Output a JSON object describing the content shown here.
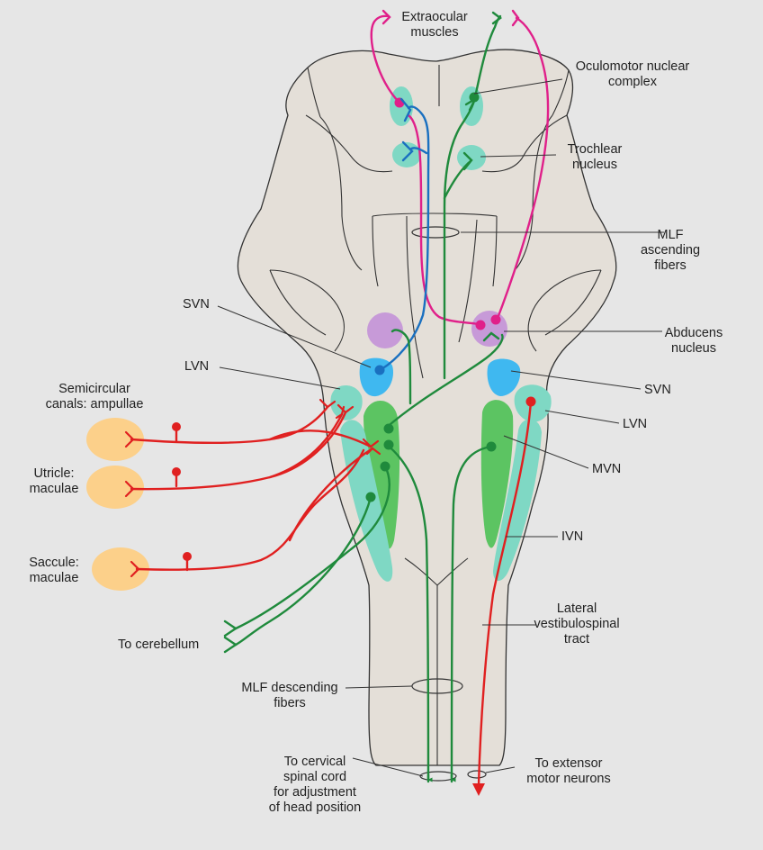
{
  "labels": {
    "extraocular_1": "Extraocular",
    "extraocular_2": "muscles",
    "oculomotor_1": "Oculomotor nuclear",
    "oculomotor_2": "complex",
    "trochlear_1": "Trochlear",
    "trochlear_2": "nucleus",
    "mlf_asc_1": "MLF",
    "mlf_asc_2": "ascending",
    "mlf_asc_3": "fibers",
    "svn_left": "SVN",
    "abducens_1": "Abducens",
    "abducens_2": "nucleus",
    "lvn_left": "LVN",
    "svn_right": "SVN",
    "semicircular_1": "Semicircular",
    "semicircular_2": "canals: ampullae",
    "lvn_right": "LVN",
    "mvn": "MVN",
    "utricle_1": "Utricle:",
    "utricle_2": "maculae",
    "ivn": "IVN",
    "saccule_1": "Saccule:",
    "saccule_2": "maculae",
    "lvst_1": "Lateral",
    "lvst_2": "vestibulospinal",
    "lvst_3": "tract",
    "to_cerebellum": "To cerebellum",
    "mlf_desc_1": "MLF descending",
    "mlf_desc_2": "fibers",
    "cervical_1": "To cervical",
    "cervical_2": "spinal cord",
    "cervical_3": "for adjustment",
    "cervical_4": "of head position",
    "extensor_1": "To extensor",
    "extensor_2": "motor neurons"
  },
  "colors": {
    "background": "#e6e6e6",
    "brainstem_fill": "#e4dfd8",
    "outline": "#333333",
    "green_pathway": "#1f8a3c",
    "red_pathway": "#e02020",
    "magenta_pathway": "#e0208a",
    "blue_pathway": "#1a70c0",
    "nucleus_teal": "#7fd8c4",
    "nucleus_green": "#5cc462",
    "nucleus_cyan": "#3fb8f0",
    "nucleus_purple": "#c79ad8",
    "receptor_orange": "#fcd08a"
  }
}
